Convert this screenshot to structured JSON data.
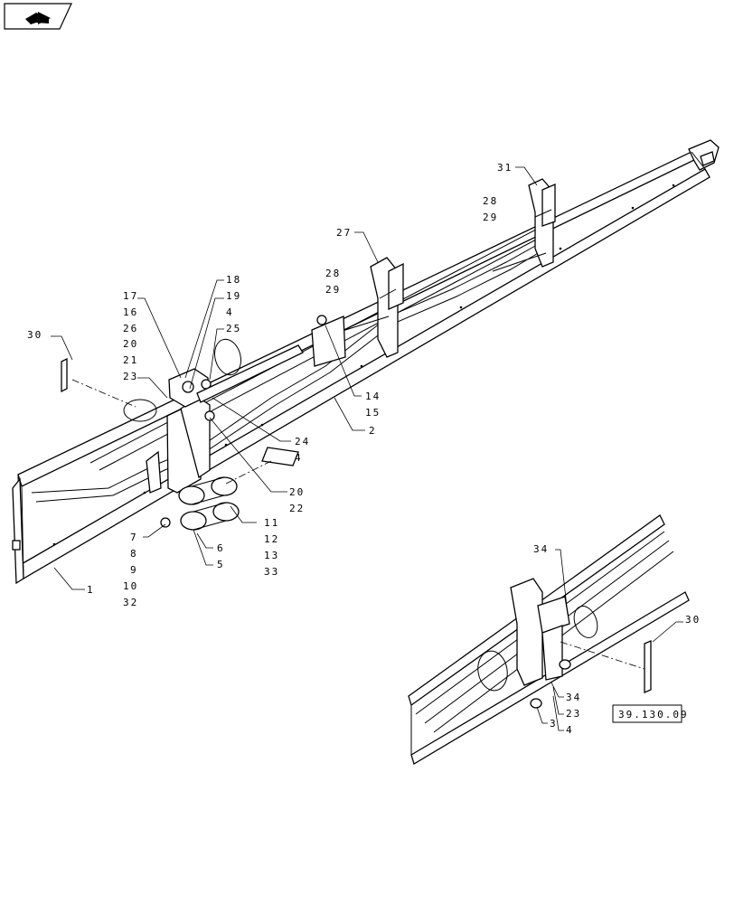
{
  "nav": {
    "icon": "next-page-icon"
  },
  "ref_box": "39.130.09",
  "callouts": {
    "c1": "1",
    "c2": "2",
    "c3": "3",
    "c4a": "4",
    "c4b": "4",
    "c4c": "4",
    "c5": "5",
    "c6": "6",
    "c7": "7",
    "c8": "8",
    "c9": "9",
    "c10": "10",
    "c11": "11",
    "c12": "12",
    "c13": "13",
    "c14": "14",
    "c15": "15",
    "c16": "16",
    "c17": "17",
    "c18": "18",
    "c19": "19",
    "c20a": "20",
    "c20b": "20",
    "c21": "21",
    "c22": "22",
    "c23a": "23",
    "c23b": "23",
    "c24": "24",
    "c25": "25",
    "c26": "26",
    "c27": "27",
    "c28a": "28",
    "c28b": "28",
    "c29a": "29",
    "c29b": "29",
    "c30a": "30",
    "c30b": "30",
    "c31": "31",
    "c32": "32",
    "c33": "33",
    "c34a": "34",
    "c34b": "34"
  }
}
